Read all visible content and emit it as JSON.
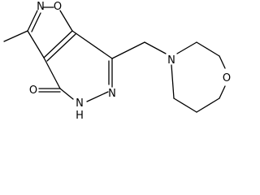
{
  "molecule": {
    "atom_labels": {
      "isoxazole_n": "N",
      "isoxazole_o": "O",
      "pyridazine_n": "N",
      "pyridazinone_nh": "N",
      "pyridazinone_h": "H",
      "carbonyl_o": "O",
      "morpholine_n": "N",
      "morpholine_o": "O"
    },
    "colors": {
      "bond": "#000000",
      "label": "#000000",
      "background": "#ffffff"
    }
  }
}
